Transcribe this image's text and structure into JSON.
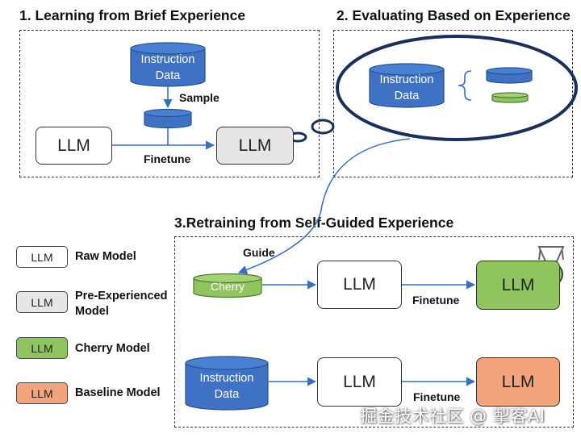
{
  "titles": {
    "step1": "1. Learning from Brief Experience",
    "step2": "2. Evaluating Based on Experience",
    "step3": "3.Retraining from Self-Guided Experience"
  },
  "step1": {
    "cylinder_line1": "Instruction",
    "cylinder_line2": "Data",
    "sample_label": "Sample",
    "llm_left": "LLM",
    "finetune_label": "Finetune",
    "llm_right": "LLM"
  },
  "step2": {
    "cylinder_line1": "Instruction",
    "cylinder_line2": "Data"
  },
  "step3": {
    "guide_label": "Guide",
    "cherry_label": "Cherry",
    "llm_mid_top": "LLM",
    "finetune_top": "Finetune",
    "llm_cherry": "LLM",
    "cylinder_line1": "Instruction",
    "cylinder_line2": "Data",
    "llm_mid_bottom": "LLM",
    "finetune_bottom": "Finetune",
    "llm_baseline": "LLM"
  },
  "legend": [
    {
      "box": "LLM",
      "label": "Raw Model",
      "color": "#ffffff"
    },
    {
      "box": "LLM",
      "label": "Pre-Experienced Model",
      "color": "#e6e6e6"
    },
    {
      "box": "LLM",
      "label": "Cherry Model",
      "color": "#8fc45e"
    },
    {
      "box": "LLM",
      "label": "Baseline Model",
      "color": "#f2a47c"
    }
  ],
  "colors": {
    "cylinder_blue": "#3f72c4",
    "cherry_green": "#8fc45e",
    "baseline_orange": "#f2a47c",
    "pre_gray": "#e6e6e6",
    "arrow_blue": "#3a6fc0",
    "ellipse_navy": "#1a2f5a"
  },
  "watermark": "掘金技术社区 @ 掣客AI"
}
